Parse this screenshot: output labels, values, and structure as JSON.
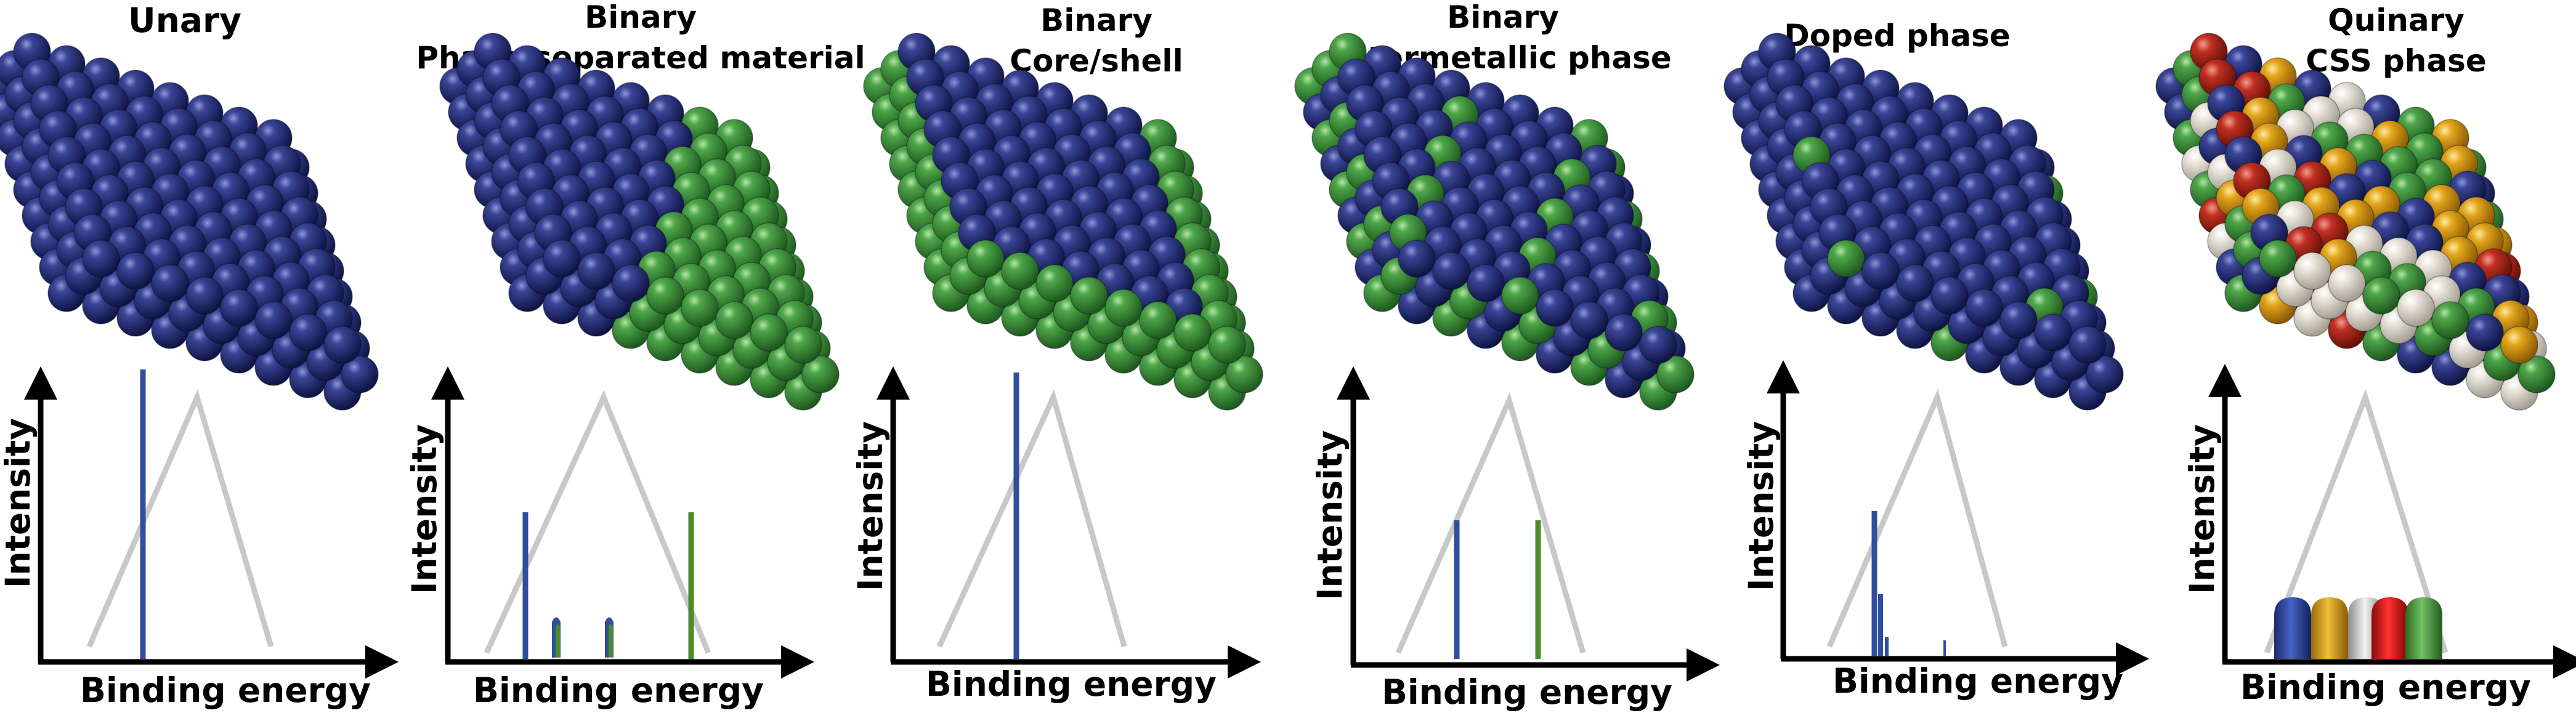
{
  "colors": {
    "blue": "#1f2a6b",
    "green": "#3f8f3c",
    "white": "#e2ddd2",
    "yellow": "#e0a21b",
    "red": "#b3261e",
    "envelope": "#c8c8c8",
    "peak_blue": "#2f4f9e",
    "peak_green": "#4d8a2a"
  },
  "panels": [
    {
      "title_lines": [
        "Unary"
      ],
      "y_label": "Intensity",
      "x_label": "Binding energy",
      "composition": "blue"
    },
    {
      "title_lines": [
        "Binary",
        "Phase-separated material"
      ],
      "y_label": "Intensity",
      "x_label": "Binding energy",
      "composition": "blue-green-separated"
    },
    {
      "title_lines": [
        "Binary",
        "Core/shell"
      ],
      "y_label": "Intensity",
      "x_label": "Binding energy",
      "composition": "blue-shell-green-core"
    },
    {
      "title_lines": [
        "Binary",
        "Intermetallic phase"
      ],
      "y_label": "Intensity",
      "x_label": "Binding energy",
      "composition": "blue-green-ordered"
    },
    {
      "title_lines": [
        "Doped phase"
      ],
      "y_label": "Intensity",
      "x_label": "Binding energy",
      "composition": "blue-few-green"
    },
    {
      "title_lines": [
        "Quinary",
        "CSS phase"
      ],
      "y_label": "Intensity",
      "x_label": "Binding energy",
      "composition": "five-element-mix"
    }
  ]
}
